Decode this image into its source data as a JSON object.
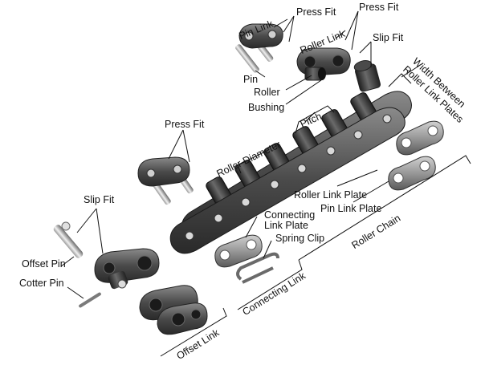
{
  "labels": {
    "pin_link": "Pin Link",
    "press_fit_1": "Press Fit",
    "press_fit_2": "Press Fit",
    "press_fit_3": "Press Fit",
    "roller_link": "Roller Link",
    "slip_fit_1": "Slip Fit",
    "slip_fit_2": "Slip Fit",
    "pin": "Pin",
    "roller": "Roller",
    "bushing": "Bushing",
    "pitch": "Pitch",
    "roller_diameter": "Roller Diameter",
    "width_between_1": "Width Between",
    "width_between_2": "Roller Link Plates",
    "roller_link_plate": "Roller Link Plate",
    "pin_link_plate": "Pin Link Plate",
    "connecting_link_plate_1": "Connecting",
    "connecting_link_plate_2": "Link Plate",
    "spring_clip": "Spring Clip",
    "roller_chain": "Roller Chain",
    "offset_pin": "Offset Pin",
    "cotter_pin": "Cotter Pin",
    "connecting_link": "Connecting Link",
    "offset_link": "Offset Link"
  },
  "colors": {
    "metal_dark": "#3a3a3a",
    "metal_mid": "#7a7a7a",
    "metal_light": "#c8c8c8",
    "line": "#111111"
  }
}
